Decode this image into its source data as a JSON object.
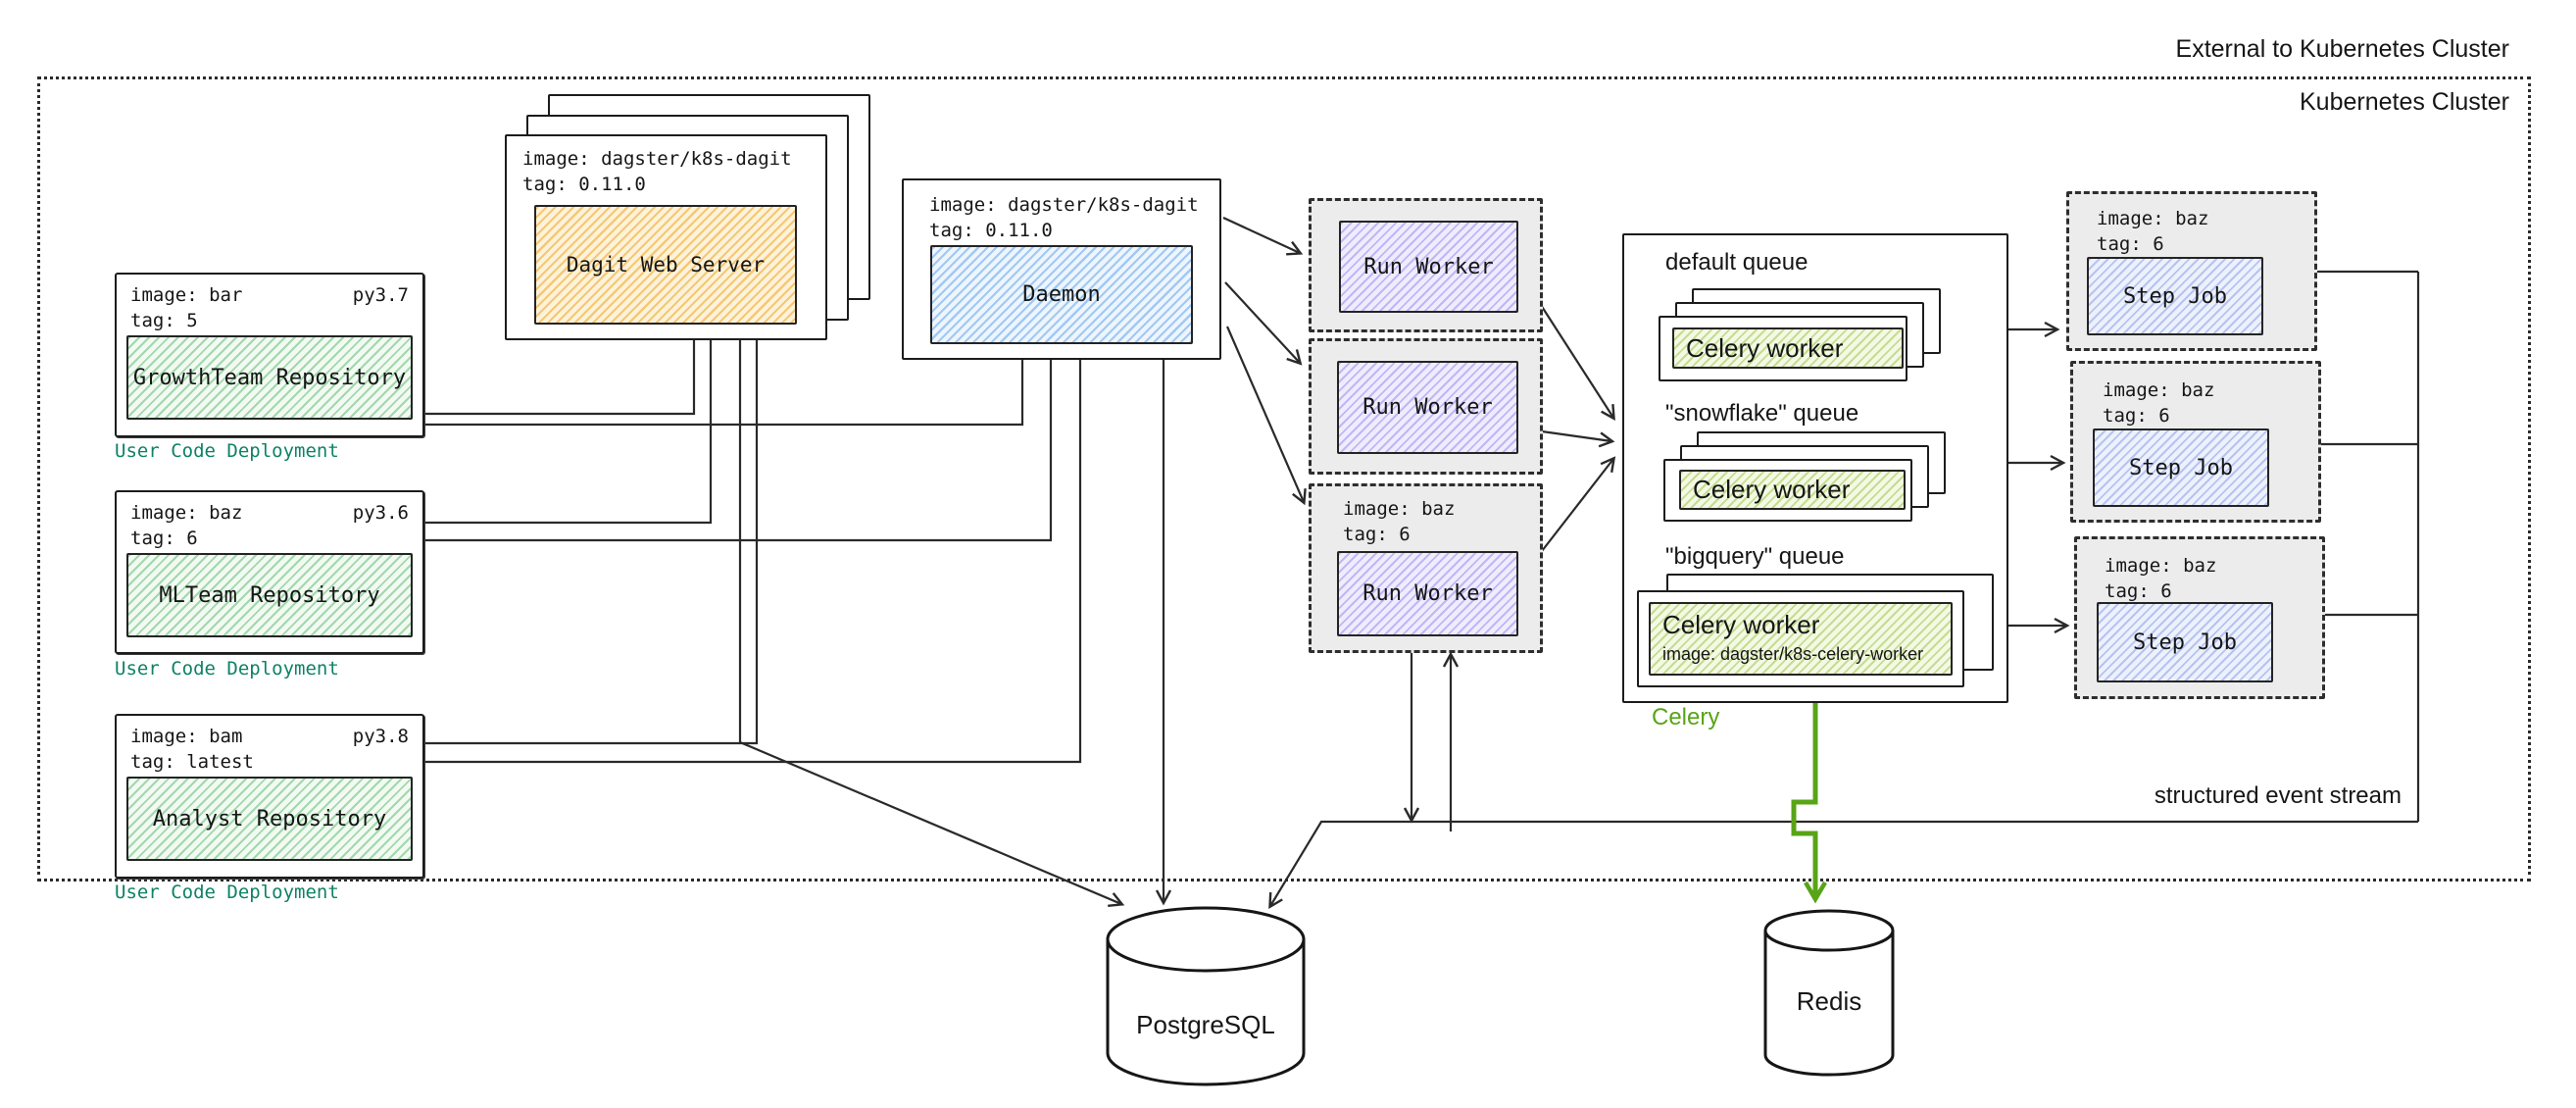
{
  "labels": {
    "external_cluster": "External to Kubernetes Cluster",
    "kubernetes_cluster": "Kubernetes Cluster",
    "structured_event_stream": "structured event stream",
    "celery": "Celery",
    "postgresql": "PostgreSQL",
    "redis": "Redis"
  },
  "repos": [
    {
      "image": "image: bar",
      "py": "py3.7",
      "tag": "tag: 5",
      "name": "GrowthTeam Repository",
      "caption": "User Code Deployment"
    },
    {
      "image": "image: baz",
      "py": "py3.6",
      "tag": "tag: 6",
      "name": "MLTeam Repository",
      "caption": "User Code Deployment"
    },
    {
      "image": "image: bam",
      "py": "py3.8",
      "tag": "tag: latest",
      "name": "Analyst Repository",
      "caption": "User Code Deployment"
    }
  ],
  "dagit": {
    "image": "image: dagster/k8s-dagit",
    "tag": "tag: 0.11.0",
    "name": "Dagit Web Server"
  },
  "daemon": {
    "image": "image: dagster/k8s-dagit",
    "tag": "tag: 0.11.0",
    "name": "Daemon"
  },
  "run_workers": [
    {
      "name": "Run Worker"
    },
    {
      "name": "Run Worker"
    },
    {
      "name": "Run Worker",
      "image": "image: baz",
      "tag": "tag: 6"
    }
  ],
  "queues": [
    {
      "label": "default queue",
      "worker": "Celery worker"
    },
    {
      "label": "\"snowflake\" queue",
      "worker": "Celery worker"
    },
    {
      "label": "\"bigquery\" queue",
      "worker": "Celery worker",
      "worker_image": "image: dagster/k8s-celery-worker"
    }
  ],
  "step_jobs": [
    {
      "image": "image: baz",
      "tag": "tag: 6",
      "name": "Step Job"
    },
    {
      "image": "image: baz",
      "tag": "tag: 6",
      "name": "Step Job"
    },
    {
      "image": "image: baz",
      "tag": "tag: 6",
      "name": "Step Job"
    }
  ],
  "colors": {
    "ink": "#1c1c1c",
    "teal": "#0e8266",
    "green": "#58a417",
    "container_bg": "#ececec",
    "repo_hatch": "#60bc70",
    "dagit_hatch": "#f4b854",
    "daemon_hatch": "#6cacee",
    "run_worker_hatch": "#947ef4",
    "step_job_hatch": "#8096e8",
    "celery_hatch": "#9cc64c"
  }
}
